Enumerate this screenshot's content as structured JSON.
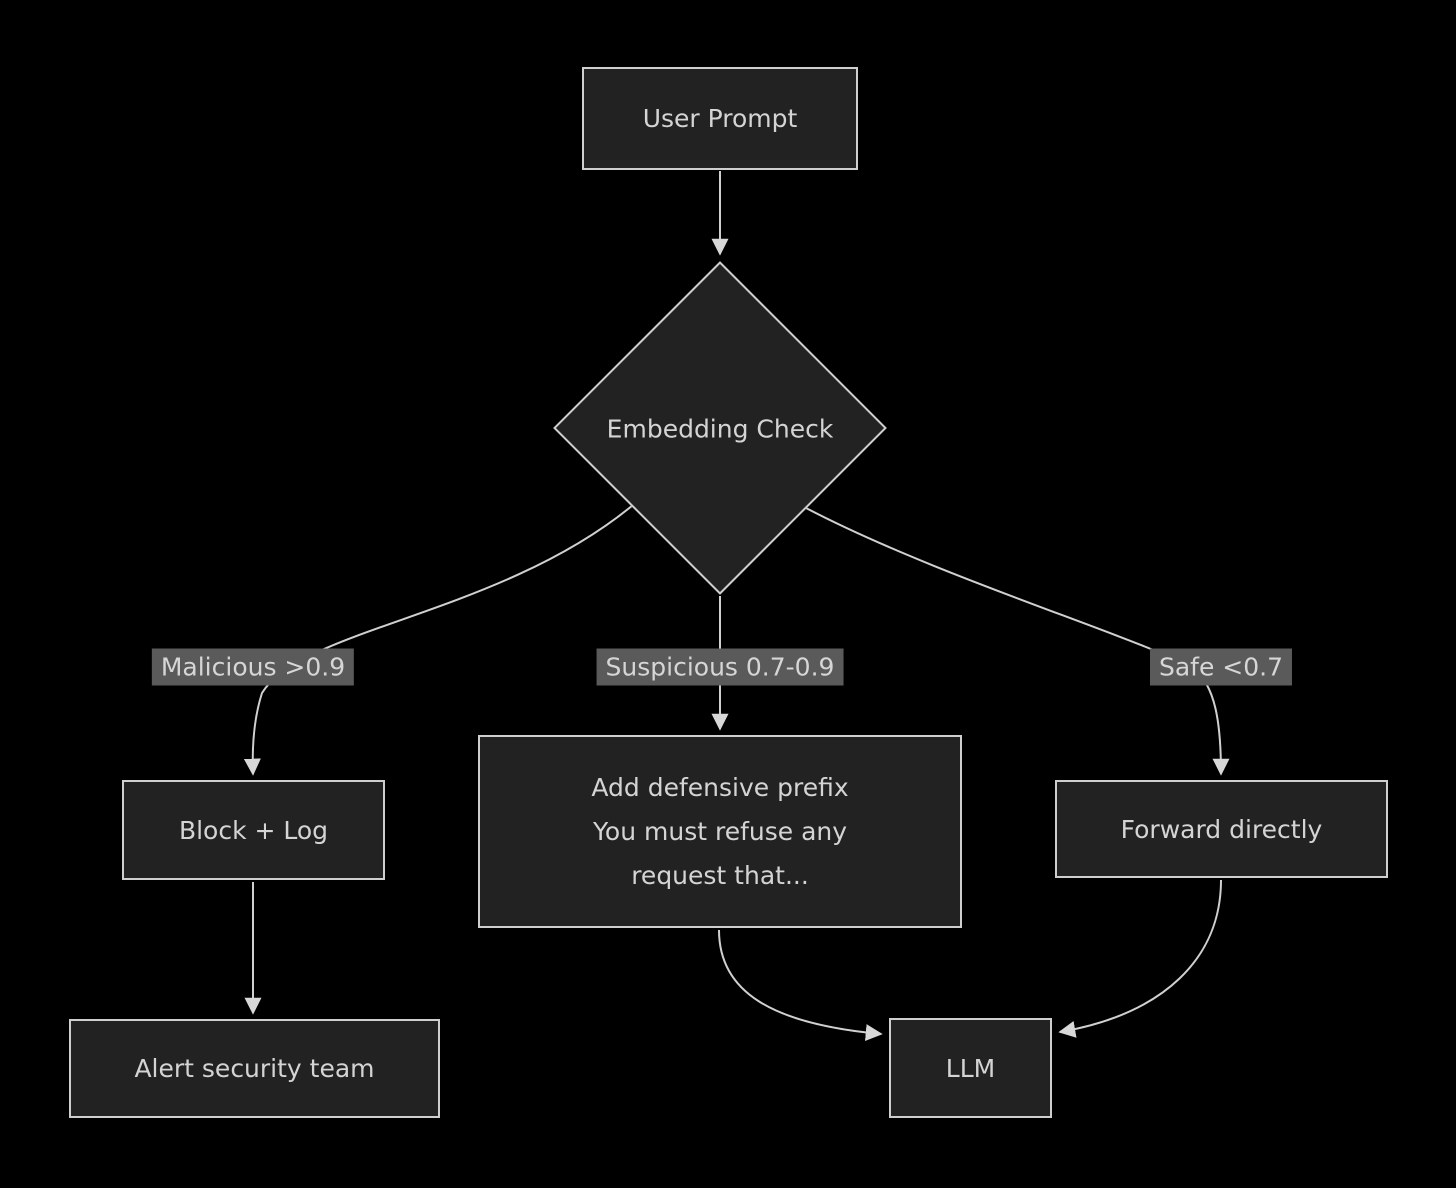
{
  "diagram": {
    "type": "flowchart",
    "background_color": "#000000",
    "node_fill_color": "#222222",
    "node_border_color": "#cfcfcf",
    "node_text_color": "#d4d4d4",
    "edge_line_color": "#d0d0d0",
    "edge_label_bg_color": "#5a5a5a",
    "edge_label_text_color": "#d6d6d6",
    "nodes": {
      "user_prompt": {
        "label": "User Prompt",
        "shape": "rect"
      },
      "embedding_check": {
        "label": "Embedding Check",
        "shape": "diamond"
      },
      "block_log": {
        "label": "Block + Log",
        "shape": "rect"
      },
      "add_prefix": {
        "lines": [
          "Add defensive prefix",
          "You must refuse any",
          "request that..."
        ],
        "shape": "rect"
      },
      "forward_directly": {
        "label": "Forward directly",
        "shape": "rect"
      },
      "alert_security": {
        "label": "Alert security team",
        "shape": "rect"
      },
      "llm": {
        "label": "LLM",
        "shape": "rect"
      }
    },
    "edge_labels": {
      "malicious": "Malicious >0.9",
      "suspicious": "Suspicious 0.7-0.9",
      "safe": "Safe <0.7"
    },
    "edges": [
      {
        "from": "User Prompt",
        "to": "Embedding Check",
        "label": ""
      },
      {
        "from": "Embedding Check",
        "to": "Block + Log",
        "label": "Malicious >0.9"
      },
      {
        "from": "Embedding Check",
        "to": "Add defensive prefix",
        "label": "Suspicious 0.7-0.9"
      },
      {
        "from": "Embedding Check",
        "to": "Forward directly",
        "label": "Safe <0.7"
      },
      {
        "from": "Block + Log",
        "to": "Alert security team",
        "label": ""
      },
      {
        "from": "Add defensive prefix",
        "to": "LLM",
        "label": ""
      },
      {
        "from": "Forward directly",
        "to": "LLM",
        "label": ""
      }
    ]
  }
}
